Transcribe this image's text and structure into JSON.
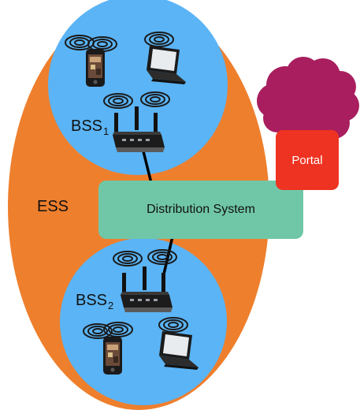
{
  "diagram": {
    "ess_label": "ESS",
    "bss1": {
      "label": "BSS",
      "subscript": "1"
    },
    "bss2": {
      "label": "BSS",
      "subscript": "2"
    },
    "distribution_system_label": "Distribution System",
    "portal_label": "Portal",
    "colors": {
      "ess_fill": "#ee7f2d",
      "bss_fill": "#5bb4f5",
      "distribution_system_fill": "#70c7a8",
      "portal_fill": "#ee3322",
      "cloud_fill": "#a81e5e",
      "link_line": "#000000"
    },
    "icons": [
      "smartphone-icon",
      "laptop-icon",
      "wireless-router-icon",
      "cloud-icon"
    ]
  }
}
